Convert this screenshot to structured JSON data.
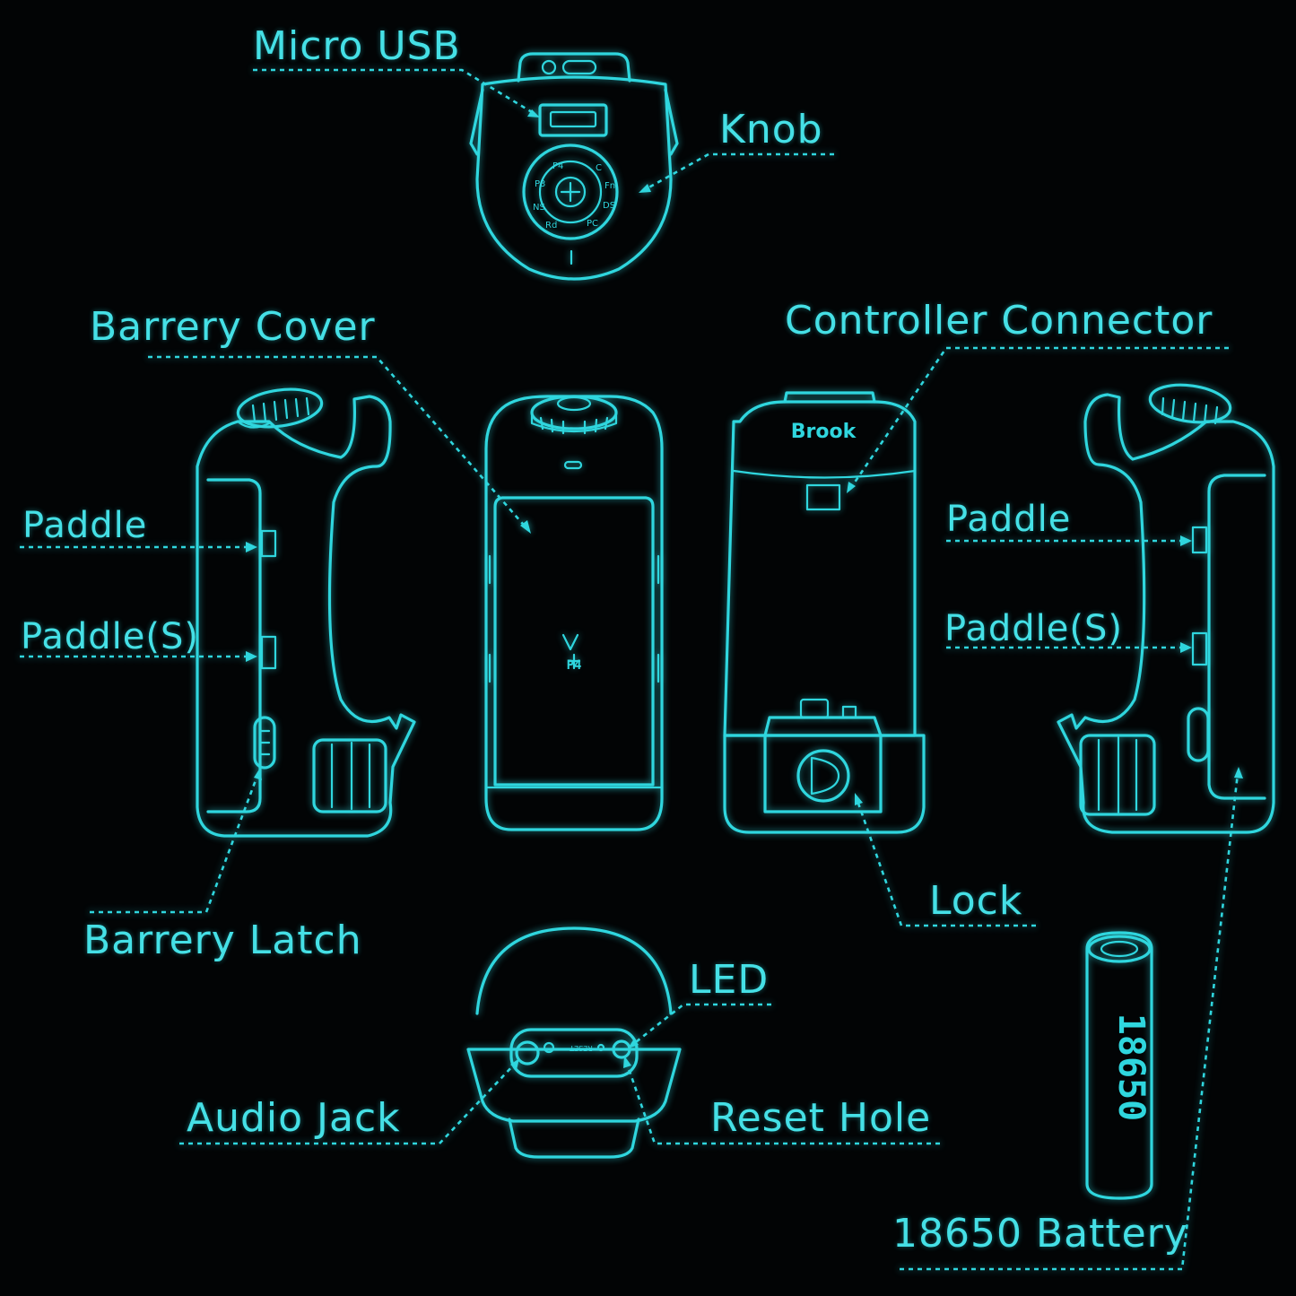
{
  "labels": {
    "micro_usb": "Micro USB",
    "knob": "Knob",
    "battery_cover": "Barrery Cover",
    "controller_connector": "Controller Connector",
    "paddle_left": "Paddle",
    "paddle_s_left": "Paddle(S)",
    "paddle_right": "Paddle",
    "paddle_s_right": "Paddle(S)",
    "battery_latch": "Barrery Latch",
    "lock": "Lock",
    "led": "LED",
    "audio_jack": "Audio Jack",
    "reset_hole": "Reset Hole",
    "battery_18650": "18650 Battery"
  },
  "device_text": {
    "brand": "Brook",
    "logo_letter": "V",
    "logo_sub": "P4",
    "battery_print": "18650",
    "reset_print": "RESET",
    "knob_modes": [
      "C",
      "Fn",
      "DS",
      "PC",
      "Rd",
      "NS",
      "P3",
      "P4"
    ]
  },
  "colors": {
    "line": "#2fd6de",
    "text": "#45e0e6",
    "background": "#020405"
  }
}
